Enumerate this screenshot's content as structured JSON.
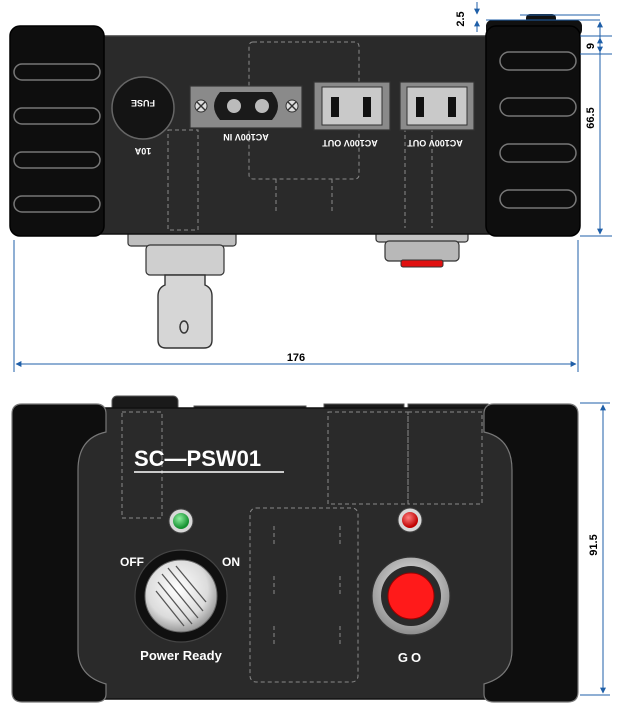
{
  "dimensions": {
    "top_gap": "2.5",
    "rib_pitch": "9",
    "depth": "66.5",
    "width": "176",
    "height": "91.5"
  },
  "top_view": {
    "fuse_label": "FUSE",
    "fuse_rating": "10A",
    "inlet_label": "AC100V IN",
    "outlet1_label": "AC100V OUT",
    "outlet2_label": "AC100V OUT"
  },
  "front_view": {
    "model": "SC—PSW01",
    "off_label": "OFF",
    "on_label": "ON",
    "key_label": "Power Ready",
    "go_label": "GO"
  },
  "colors": {
    "body": "#2a2a2a",
    "bumper": "#0e0e0e",
    "panel_gray": "#8a8a8a",
    "led_green": "#1faa3a",
    "led_red": "#e01010",
    "button_red": "#ff1a1a",
    "dim_line": "#1f5fa8"
  }
}
